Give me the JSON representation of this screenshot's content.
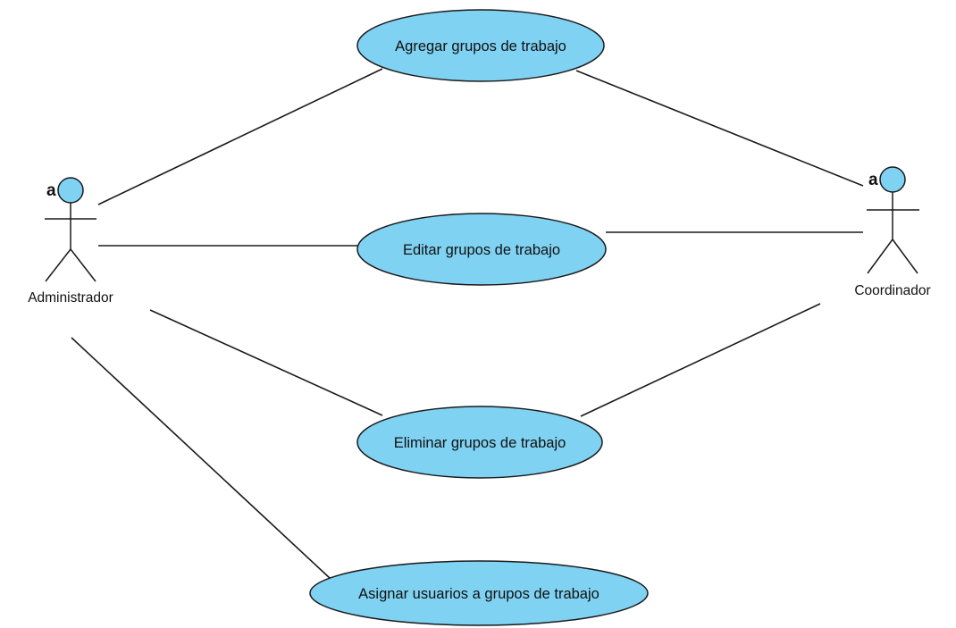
{
  "diagram": {
    "type": "use-case",
    "colors": {
      "fill": "#7fd2f2",
      "stroke": "#1a1a1a",
      "background": "#ffffff"
    },
    "actors": [
      {
        "id": "admin",
        "name": "Administrador",
        "stereotype": "a"
      },
      {
        "id": "coord",
        "name": "Coordinador",
        "stereotype": "a"
      }
    ],
    "use_cases": [
      {
        "id": "agregar",
        "label": "Agregar grupos de trabajo"
      },
      {
        "id": "editar",
        "label": "Editar grupos de trabajo"
      },
      {
        "id": "eliminar",
        "label": "Eliminar grupos de trabajo"
      },
      {
        "id": "asignar",
        "label": "Asignar usuarios a grupos de trabajo"
      }
    ],
    "associations": [
      {
        "from": "admin",
        "to": "agregar"
      },
      {
        "from": "admin",
        "to": "editar"
      },
      {
        "from": "admin",
        "to": "eliminar"
      },
      {
        "from": "admin",
        "to": "asignar"
      },
      {
        "from": "coord",
        "to": "agregar"
      },
      {
        "from": "coord",
        "to": "editar"
      },
      {
        "from": "coord",
        "to": "eliminar"
      }
    ]
  }
}
